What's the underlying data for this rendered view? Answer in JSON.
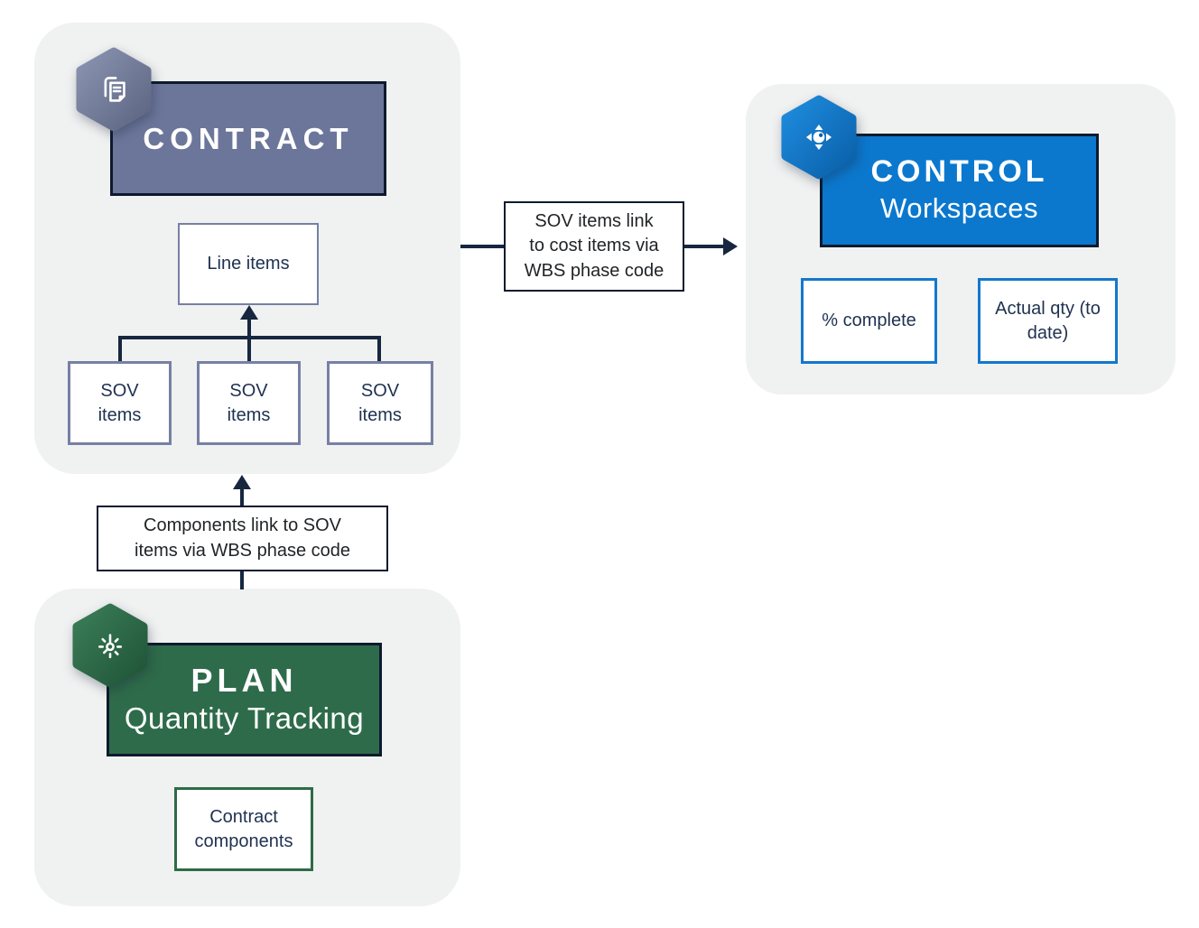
{
  "colors": {
    "slate": "#6C769B",
    "slate_border": "#7780A4",
    "blue": "#0B78CE",
    "blue_border": "#1378CC",
    "green": "#2E6B4A",
    "green_border": "#2E6B46",
    "arrow": "#16273F",
    "dark_border": "#0D1A2E",
    "navy_text": "#1F3150",
    "label_text": "#212427",
    "container_bg": "#F0F1F1"
  },
  "diagram": {
    "contract": {
      "title": "CONTRACT",
      "icon": "copy-documents-icon",
      "line_items": "Line items",
      "sov_items": [
        "SOV\nitems",
        "SOV\nitems",
        "SOV\nitems"
      ]
    },
    "control": {
      "title": "CONTROL",
      "subtitle": "Workspaces",
      "icon": "move-control-icon",
      "metrics": [
        "% complete",
        "Actual qty (to\ndate)"
      ]
    },
    "plan": {
      "title": "PLAN",
      "subtitle": "Quantity Tracking",
      "icon": "clock-quantity-icon",
      "component_box": "Contract\ncomponents"
    },
    "labels": {
      "sov_link": "SOV items link\nto cost items via\nWBS phase code",
      "components_link": "Components link to SOV\nitems via WBS phase code"
    }
  }
}
